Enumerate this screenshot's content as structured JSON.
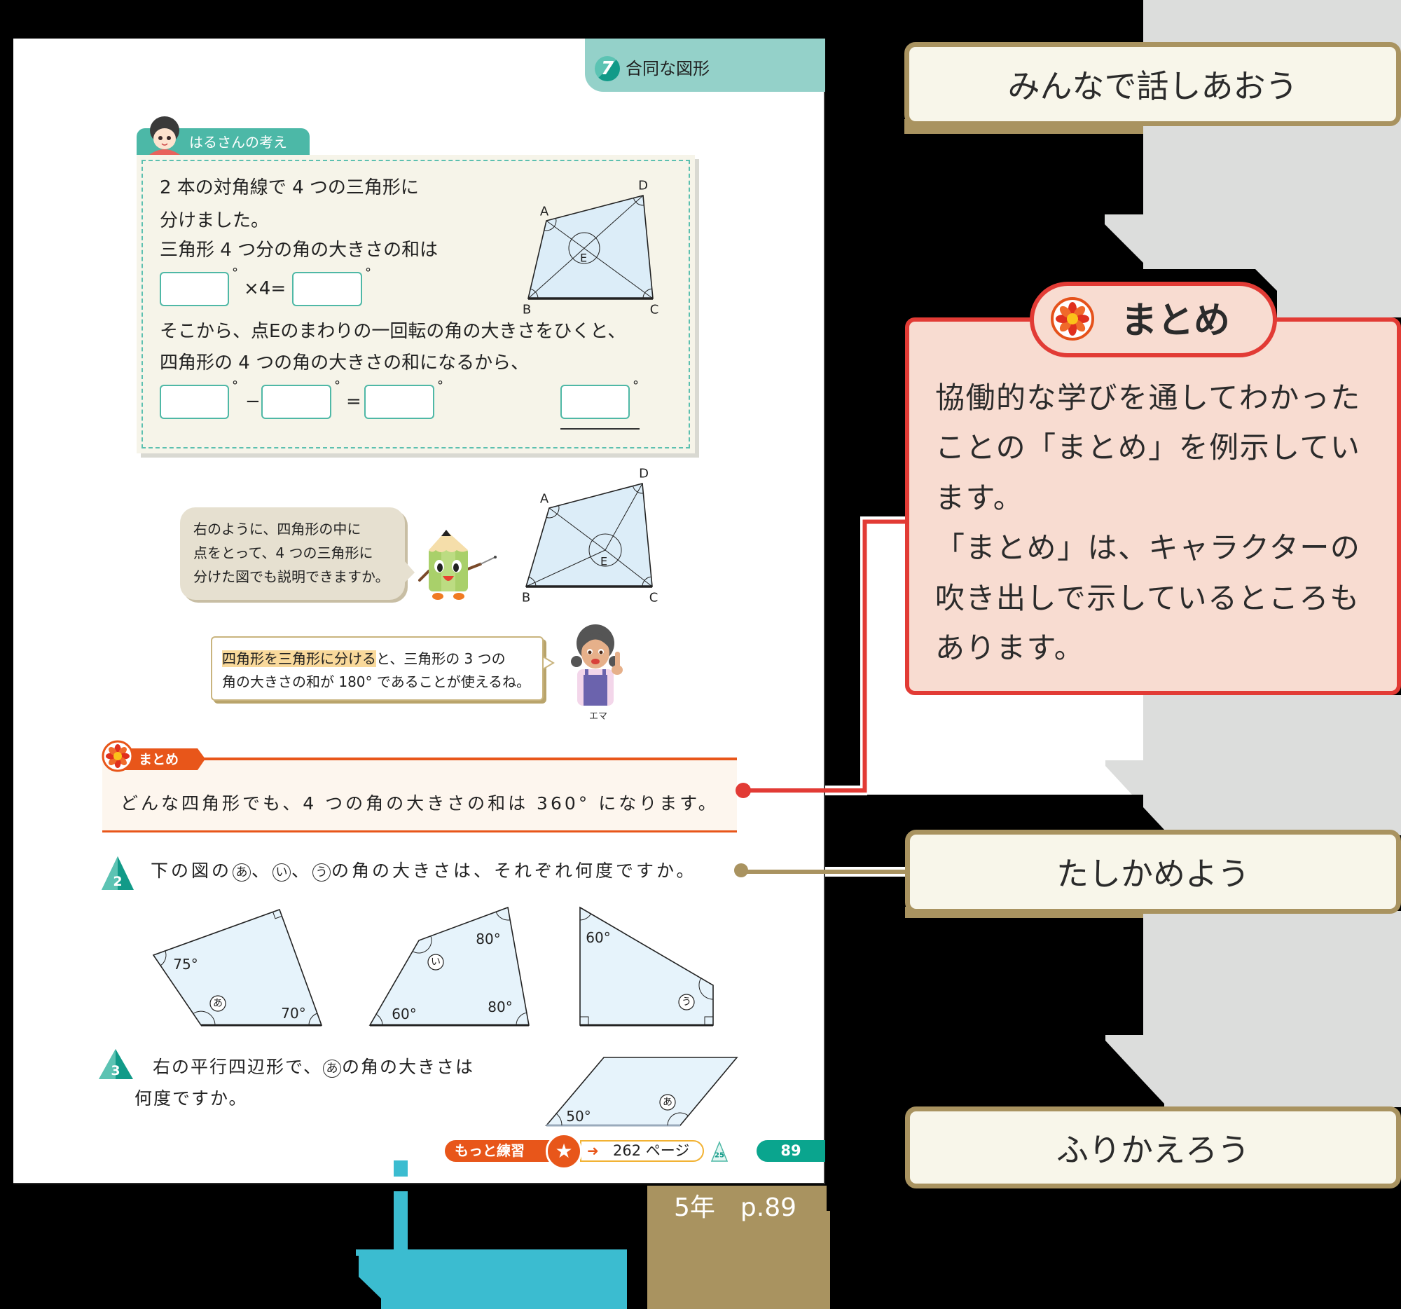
{
  "page": {
    "header": {
      "chapter_number": "7",
      "chapter_title": "合同な図形"
    },
    "haru_idea": {
      "tab_label": "はるさんの考え",
      "lines": [
        "2 本の対角線で 4 つの三角形に",
        "分けました。",
        "三角形 4 つ分の角の大きさの和は",
        "そこから、点Eのまわりの一回転の角の大きさをひくと、",
        "四角形の 4 つの角の大きさの和になるから、"
      ],
      "equation1": {
        "operator": "×4=",
        "degree": "°"
      },
      "equation2": {
        "minus": "−",
        "equals": "=",
        "degree": "°"
      },
      "diagram_labels": {
        "a": "A",
        "b": "B",
        "c": "C",
        "d": "D",
        "e": "E"
      }
    },
    "pencil_bubble": {
      "lines": [
        "右のように、四角形の中に",
        "点をとって、4 つの三角形に",
        "分けた図でも説明できますか。"
      ]
    },
    "diagram2_labels": {
      "a": "A",
      "b": "B",
      "c": "C",
      "d": "D",
      "e": "E"
    },
    "emma_bubble": {
      "highlight": "四角形を三角形に分ける",
      "line1_rest": "と、三角形の 3 つの",
      "line2": "角の大きさの和が 180° であることが使えるね。",
      "speaker": "エマ"
    },
    "summary": {
      "label": "まとめ",
      "text": "どんな四角形でも、4 つの角の大きさの和は 360° になります。"
    },
    "problem2": {
      "number": "2",
      "text_parts": [
        "下の図の",
        "あ",
        "、",
        "い",
        "、",
        "う",
        "の角の大きさは、それぞれ何度ですか。"
      ],
      "figures": [
        {
          "angles": [
            "75°",
            "70°"
          ],
          "unknown": "あ"
        },
        {
          "angles": [
            "80°",
            "60°",
            "80°"
          ],
          "unknown": "い"
        },
        {
          "angles": [
            "60°"
          ],
          "unknown": "う"
        }
      ]
    },
    "problem3": {
      "number": "3",
      "line1_before": "右の平行四辺形で、",
      "unknown": "あ",
      "line1_after": "の角の大きさは",
      "line2": "何度ですか。",
      "angle": "50°"
    },
    "footer": {
      "more_practice": "もっと練習",
      "star": "★",
      "arrow": "➜",
      "page_ref": "262 ページ",
      "level_badge": "25",
      "page_number": "89"
    }
  },
  "annotations": {
    "discuss": "みんなで話しあおう",
    "summary_callout": {
      "title": "まとめ",
      "lines": [
        "協働的な学びを通してわかった",
        "ことの「まとめ」を例示してい",
        "ます。",
        "「まとめ」は、キャラクターの",
        "吹き出しで示しているところも",
        "あります。"
      ]
    },
    "check": "たしかめよう",
    "reflect": "ふりかえろう",
    "page_reference": "5年　p.89"
  },
  "colors": {
    "header_teal": "#94d1c9",
    "tab_teal": "#4cb8a7",
    "summary_orange": "#e8561a",
    "callout_red": "#e23b35",
    "callout_fill": "#f8dcd1",
    "label_tan": "#a99360",
    "label_cream": "#f8f6ea",
    "flow_gray": "#dcdddc",
    "figure_fill": "#e6f3fb",
    "page_number_teal": "#0aa58e",
    "marker_cyan": "#3bbcd0"
  }
}
